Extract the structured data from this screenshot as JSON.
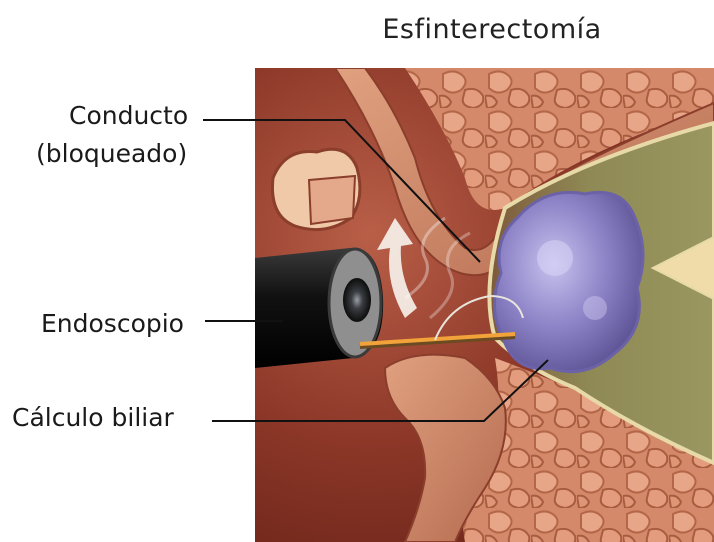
{
  "title": "Esfinterectomía",
  "labels": {
    "conducto_line1": "Conducto",
    "conducto_line2": "(bloqueado)",
    "endoscopio": "Endoscopio",
    "calculo": "Cálculo biliar"
  },
  "colors": {
    "tissue_dark": "#8a3a2a",
    "tissue_mid": "#b4604a",
    "wall_pink": "#d99a88",
    "duct_olive": "#8d8a52",
    "stone_purple": "#8f84c8",
    "endoscope_black": "#1b1b1b",
    "wire_orange": "#f1a33a"
  }
}
